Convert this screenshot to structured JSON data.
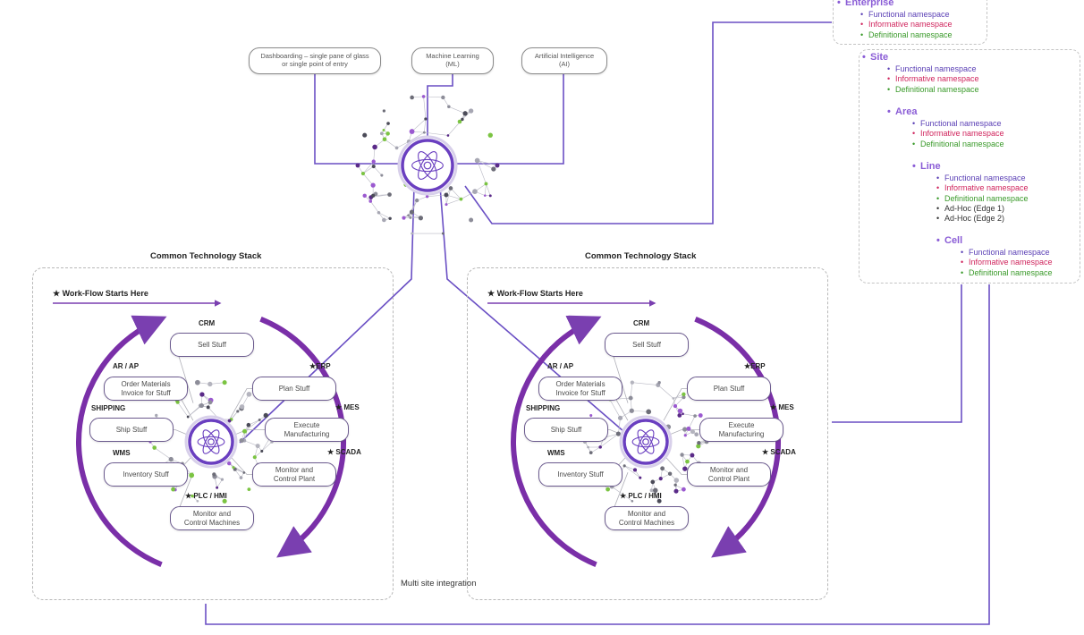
{
  "top_inputs": [
    {
      "id": "dash",
      "label": "Dashboarding – single pane of glass\nor single point of entry"
    },
    {
      "id": "ml",
      "label": "Machine Learning\n(ML)"
    },
    {
      "id": "ai",
      "label": "Artificial Intelligence\n(AI)"
    }
  ],
  "stacks": [
    {
      "title": "Common Technology Stack",
      "workflow_label": "★ Work-Flow Starts Here",
      "systems": [
        {
          "tag": "CRM",
          "label": "Sell Stuff"
        },
        {
          "tag": "★ERP",
          "label": "Plan Stuff"
        },
        {
          "tag": "★ MES",
          "label": "Execute\nManufacturing"
        },
        {
          "tag": "★ SCADA",
          "label": "Monitor and\nControl Plant"
        },
        {
          "tag": "★ PLC / HMI",
          "label": "Monitor and\nControl Machines"
        },
        {
          "tag": "WMS",
          "label": "Inventory Stuff"
        },
        {
          "tag": "SHIPPING",
          "label": "Ship Stuff"
        },
        {
          "tag": "AR / AP",
          "label": "Order Materials\nInvoice for Stuff"
        }
      ]
    },
    {
      "title": "Common Technology Stack",
      "workflow_label": "★ Work-Flow Starts Here",
      "systems": [
        {
          "tag": "CRM",
          "label": "Sell Stuff"
        },
        {
          "tag": "★ERP",
          "label": "Plan Stuff"
        },
        {
          "tag": "★ MES",
          "label": "Execute\nManufacturing"
        },
        {
          "tag": "★ SCADA",
          "label": "Monitor and\nControl Plant"
        },
        {
          "tag": "★ PLC / HMI",
          "label": "Monitor and\nControl Machines"
        },
        {
          "tag": "WMS",
          "label": "Inventory Stuff"
        },
        {
          "tag": "SHIPPING",
          "label": "Ship Stuff"
        },
        {
          "tag": "AR / AP",
          "label": "Order Materials\nInvoice for Stuff"
        }
      ]
    }
  ],
  "multi_site": "Multi site\nintegration",
  "hierarchy": {
    "enterprise": {
      "label": "Enterprise",
      "items": [
        "Functional namespace",
        "Informative namespace",
        "Definitional namespace"
      ]
    },
    "site": {
      "label": "Site",
      "items": [
        "Functional namespace",
        "Informative namespace",
        "Definitional namespace"
      ]
    },
    "area": {
      "label": "Area",
      "items": [
        "Functional namespace",
        "Informative namespace",
        "Definitional namespace"
      ]
    },
    "line": {
      "label": "Line",
      "items": [
        "Functional namespace",
        "Informative namespace",
        "Definitional namespace",
        "Ad-Hoc (Edge 1)",
        "Ad-Hoc (Edge 2)"
      ]
    },
    "cell": {
      "label": "Cell",
      "items": [
        "Functional namespace",
        "Informative namespace",
        "Definitional namespace"
      ]
    }
  },
  "colors": {
    "functional": "#5a3fb5",
    "informative": "#d0265e",
    "definitional": "#3a9a2a",
    "accent": "#7a3fb0",
    "line": "#6a4fc4"
  }
}
